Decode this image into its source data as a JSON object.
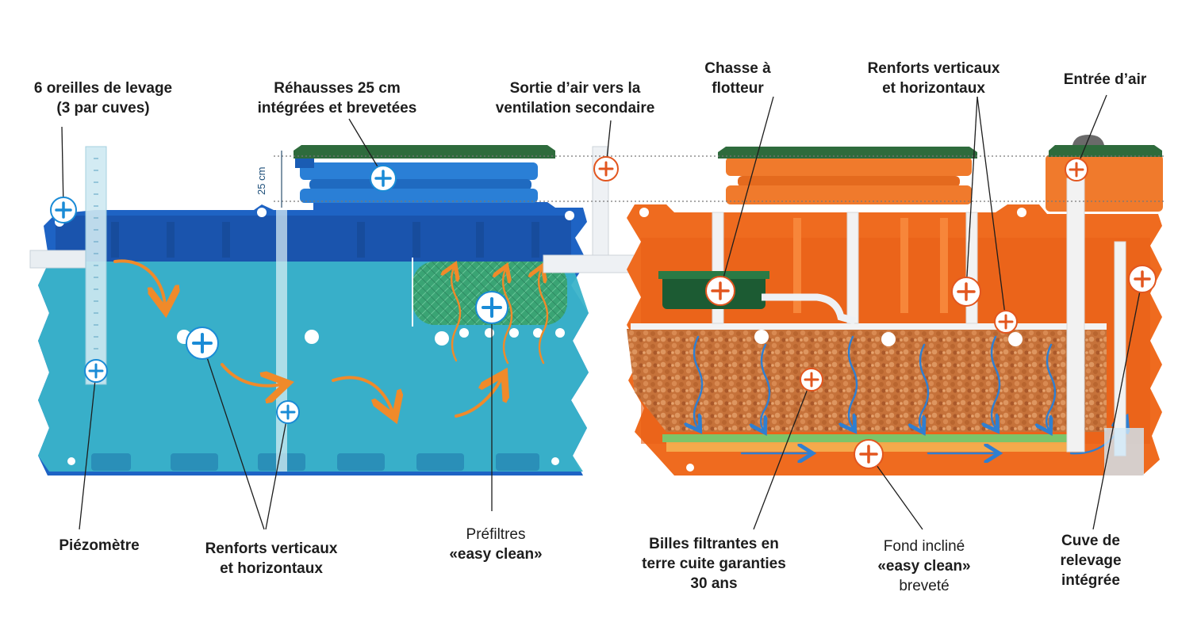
{
  "labels": {
    "oreilles": [
      "6 oreilles de levage",
      "(3 par cuves)"
    ],
    "rehausses": [
      "Réhausses 25 cm",
      "intégrées et brevetées"
    ],
    "sortie_air": [
      "Sortie d’air vers la",
      "ventilation secondaire"
    ],
    "chasse": [
      "Chasse à",
      "flotteur"
    ],
    "renforts_top": [
      "Renforts verticaux",
      "et horizontaux"
    ],
    "entree_air": [
      "Entrée d’air"
    ],
    "piezometre": [
      "Piézomètre"
    ],
    "renforts_bottom": [
      "Renforts verticaux",
      "et horizontaux"
    ],
    "prefiltres": [
      "Préfiltres",
      "«easy clean»"
    ],
    "billes": [
      "Billes filtrantes en",
      "terre cuite garanties",
      "30 ans"
    ],
    "fond": [
      "Fond incliné",
      "«easy clean»",
      "breveté"
    ],
    "cuve_relevage": [
      "Cuve de",
      "relevage",
      "intégrée"
    ]
  },
  "dimension_label": "25 cm",
  "colors": {
    "blue_tank_dark": "#1f5fbf",
    "blue_water": "#3fb8cc",
    "orange_tank": "#ee6a1f",
    "lid_green": "#2e6b3c",
    "media": "#c9783f",
    "marker_blue": "#1a8bd6",
    "marker_orange": "#e2561f",
    "arrow_orange": "#f08a2a"
  }
}
